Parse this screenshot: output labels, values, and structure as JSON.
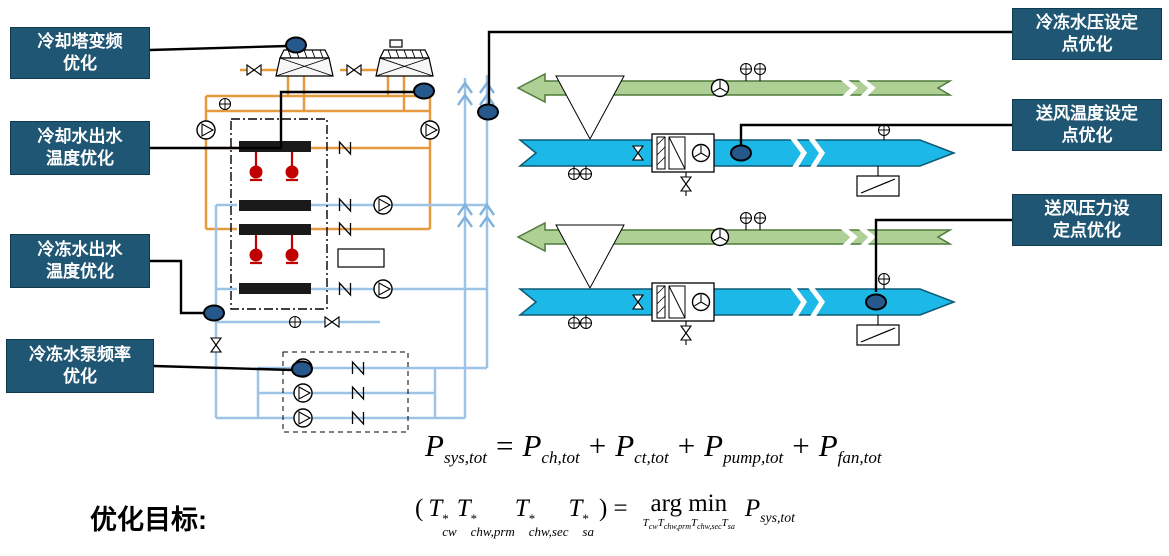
{
  "slide": {
    "objective_label": "优化目标:"
  },
  "callouts": {
    "left": [
      {
        "label": "冷却塔变频\n优化"
      },
      {
        "label": "冷却水出水\n温度优化"
      },
      {
        "label": "冷冻水出水\n温度优化"
      },
      {
        "label": "冷冻水泵频率\n优化"
      }
    ],
    "right": [
      {
        "label": "冷冻水压设定\n点优化"
      },
      {
        "label": "送风温度设定\n点优化"
      },
      {
        "label": "送风压力设\n定点优化"
      }
    ]
  },
  "formula1": {
    "terms": [
      {
        "base": "P",
        "sub": "sys,tot"
      },
      {
        "op": "="
      },
      {
        "base": "P",
        "sub": "ch,tot"
      },
      {
        "op": "+"
      },
      {
        "base": "P",
        "sub": "ct,tot"
      },
      {
        "op": "+"
      },
      {
        "base": "P",
        "sub": "pump,tot"
      },
      {
        "op": "+"
      },
      {
        "base": "P",
        "sub": "fan,tot"
      }
    ]
  },
  "formula2": {
    "open_paren": "(",
    "star": "*",
    "terms": [
      {
        "base": "T",
        "sub": "cw"
      },
      {
        "base": "T",
        "sub": "chw,prm"
      },
      {
        "base": "T",
        "sub": "chw,sec"
      },
      {
        "base": "T",
        "sub": "sa"
      }
    ],
    "close_paren_eq": ") =",
    "argmin": "arg min",
    "result": {
      "base": "P",
      "sub": "sys,tot"
    }
  },
  "colors": {
    "callout_background": "#1F5673",
    "callout_text": "#FFFFFF",
    "connector_dot": "#27588C",
    "condenser_water_pipe": "#E59A40",
    "chilled_water_pipe": "#9DC3E6",
    "return_air_duct": "#AFD095",
    "supply_air_duct": "#1CB8E8",
    "compressor_red": "#C00000"
  },
  "icons": [
    {
      "name": "pump-icon",
      "shape": "circle with right-pointing triangle"
    },
    {
      "name": "fan-icon",
      "shape": "circle with three blades"
    },
    {
      "name": "sensor-icon",
      "shape": "circle with cross"
    },
    {
      "name": "valve-icon",
      "shape": "bowtie"
    },
    {
      "name": "check-valve-icon",
      "shape": "N zigzag"
    },
    {
      "name": "flow-arrow-icon",
      "shape": "chevron"
    },
    {
      "name": "callout-dot",
      "shape": "filled ellipse"
    }
  ]
}
